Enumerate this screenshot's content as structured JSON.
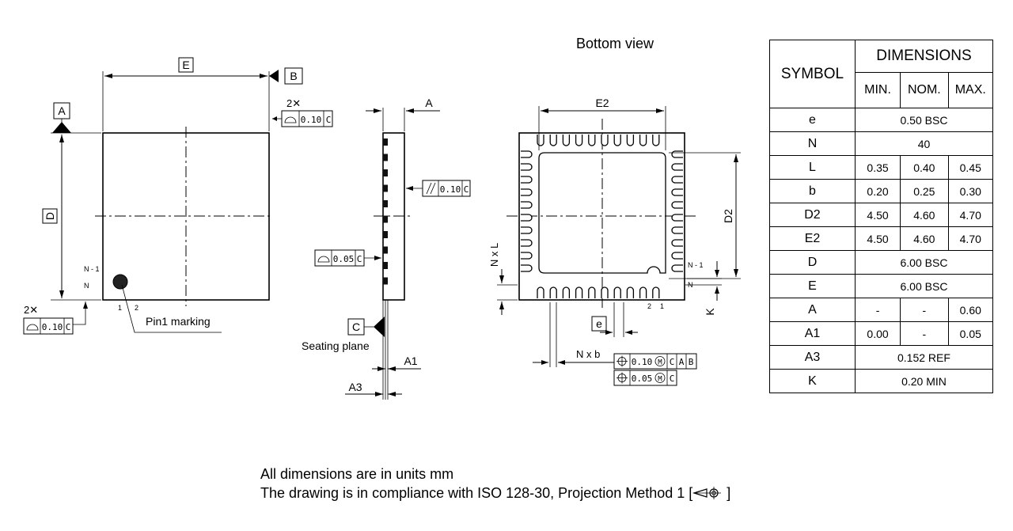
{
  "titles": {
    "bottom_view": "Bottom view"
  },
  "datums": {
    "a": "A",
    "b": "B",
    "c": "C",
    "d": "D",
    "e": "E",
    "e2": "E2",
    "d2": "D2",
    "e_pitch": "e",
    "a_dim": "A",
    "a1": "A1",
    "a3": "A3",
    "k": "K"
  },
  "labels": {
    "two_x_top": "2✕",
    "two_x_bottom": "2✕",
    "pin_n_minus_1": "N - 1",
    "pin_n": "N",
    "pin_1": "1",
    "pin_2": "2",
    "pin1_marking": "Pin1 marking",
    "seating_plane": "Seating plane",
    "n_x_l": "N x L",
    "n_x_b": "N x b",
    "br_pin_2": "2",
    "br_pin_1": "1",
    "br_n_minus_1": "N - 1",
    "br_n": "N"
  },
  "tolerances": {
    "profile_top": "0.10",
    "profile_top_datum": "C",
    "profile_bottom": "0.10",
    "profile_bottom_datum": "C",
    "parallel": "0.10",
    "parallel_datum": "C",
    "flatness": "0.05",
    "flatness_datum": "C",
    "position_1": "0.10",
    "position_1_datums": [
      "C",
      "A",
      "B"
    ],
    "position_2": "0.05",
    "position_2_datums": [
      "C"
    ],
    "modifier": "M"
  },
  "table": {
    "header_symbol": "SYMBOL",
    "header_dimensions": "DIMENSIONS",
    "sub_headers": [
      "MIN.",
      "NOM.",
      "MAX."
    ],
    "rows": [
      {
        "symbol": "e",
        "span": "0.50 BSC"
      },
      {
        "symbol": "N",
        "span": "40"
      },
      {
        "symbol": "L",
        "min": "0.35",
        "nom": "0.40",
        "max": "0.45"
      },
      {
        "symbol": "b",
        "min": "0.20",
        "nom": "0.25",
        "max": "0.30"
      },
      {
        "symbol": "D2",
        "min": "4.50",
        "nom": "4.60",
        "max": "4.70"
      },
      {
        "symbol": "E2",
        "min": "4.50",
        "nom": "4.60",
        "max": "4.70"
      },
      {
        "symbol": "D",
        "span": "6.00 BSC"
      },
      {
        "symbol": "E",
        "span": "6.00 BSC"
      },
      {
        "symbol": "A",
        "min": "-",
        "nom": "-",
        "max": "0.60"
      },
      {
        "symbol": "A1",
        "min": "0.00",
        "nom": "-",
        "max": "0.05"
      },
      {
        "symbol": "A3",
        "span": "0.152 REF"
      },
      {
        "symbol": "K",
        "span": "0.20 MIN"
      }
    ]
  },
  "footnotes": {
    "line1": "All dimensions are in units mm",
    "line2_prefix": "The drawing is in compliance with ISO 128-30, Projection Method 1 [",
    "line2_suffix": " ]"
  },
  "icons": [
    "profile-of-surface-icon",
    "parallelism-icon",
    "position-icon",
    "max-material-icon",
    "projection-method-1-icon"
  ]
}
